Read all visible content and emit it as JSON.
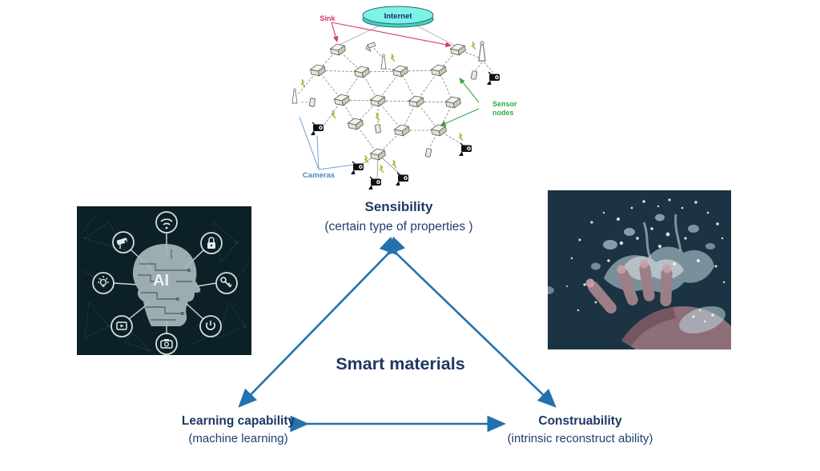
{
  "network": {
    "internet_label": "Internet",
    "sink_label": "Sink",
    "sensor_label1": "Sensor",
    "sensor_label2": "nodes",
    "cameras_label": "Cameras"
  },
  "ai_label": "AI",
  "vertices": {
    "top": {
      "title": "Sensibility",
      "subtitle": "(certain  type of properties )"
    },
    "left": {
      "title": "Learning capability",
      "subtitle": "(machine learning)"
    },
    "right": {
      "title": "Construability",
      "subtitle": "(intrinsic reconstruct ability)"
    }
  },
  "center_label": "Smart materials",
  "colors": {
    "triangle_arrow": "#2172ae",
    "heading_text": "#1f3864",
    "sink_label": "#d3356f",
    "sensor_nodes_label": "#2faa44",
    "cameras_label": "#4a86c8",
    "internet_fill": "#6ef0e4",
    "lightning": "#f2e135",
    "ai_background": "#0c2027",
    "hand_background": "#1b3342"
  }
}
